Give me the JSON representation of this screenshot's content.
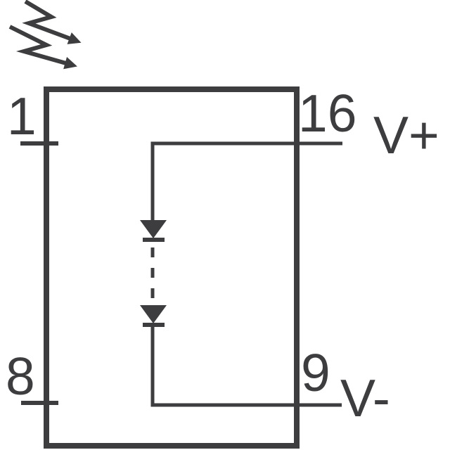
{
  "colors": {
    "ink": "#3d3d3f",
    "background": "#ffffff"
  },
  "icons": {
    "light_rays_icon": "two zigzag arrows pointing at package (incident light)",
    "diode_icon": "filled downward triangle with cathode bar"
  },
  "pins": {
    "top_left": {
      "number": "1",
      "label": ""
    },
    "top_right": {
      "number": "16",
      "label": "V+"
    },
    "bottom_left": {
      "number": "8",
      "label": ""
    },
    "bottom_right": {
      "number": "9",
      "label": "V-"
    }
  }
}
